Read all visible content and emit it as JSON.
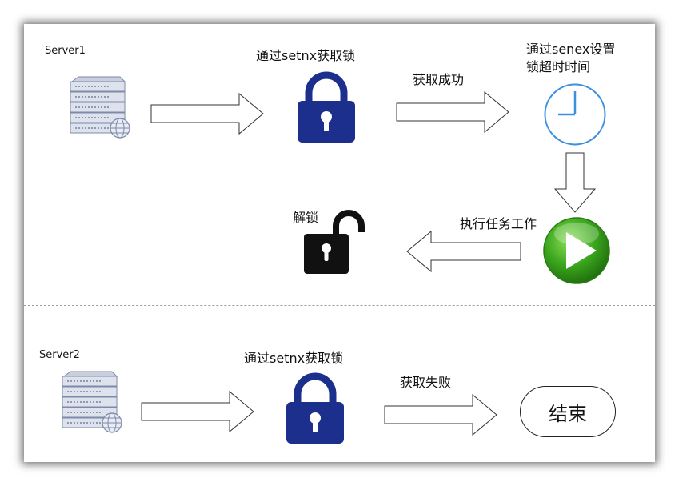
{
  "server1": {
    "label": "Server1"
  },
  "server2": {
    "label": "Server2"
  },
  "flow1": {
    "acquire_label": "通过setnx获取锁",
    "success_label": "获取成功",
    "expire_label_line1": "通过senex设置",
    "expire_label_line2": "锁超时时间",
    "execute_label": "执行任务工作",
    "unlock_label": "解锁"
  },
  "flow2": {
    "acquire_label": "通过setnx获取锁",
    "fail_label": "获取失败",
    "end_label": "结束"
  },
  "icons": {
    "server": "server-icon",
    "lock": "padlock-icon",
    "clock": "clock-icon",
    "play": "play-icon",
    "unlock": "unlocked-padlock-icon"
  },
  "colors": {
    "lock_blue": "#1c2f8c",
    "clock_blue": "#3d8fe0",
    "play_green": "#3aa51c",
    "unlock_black": "#111111"
  }
}
